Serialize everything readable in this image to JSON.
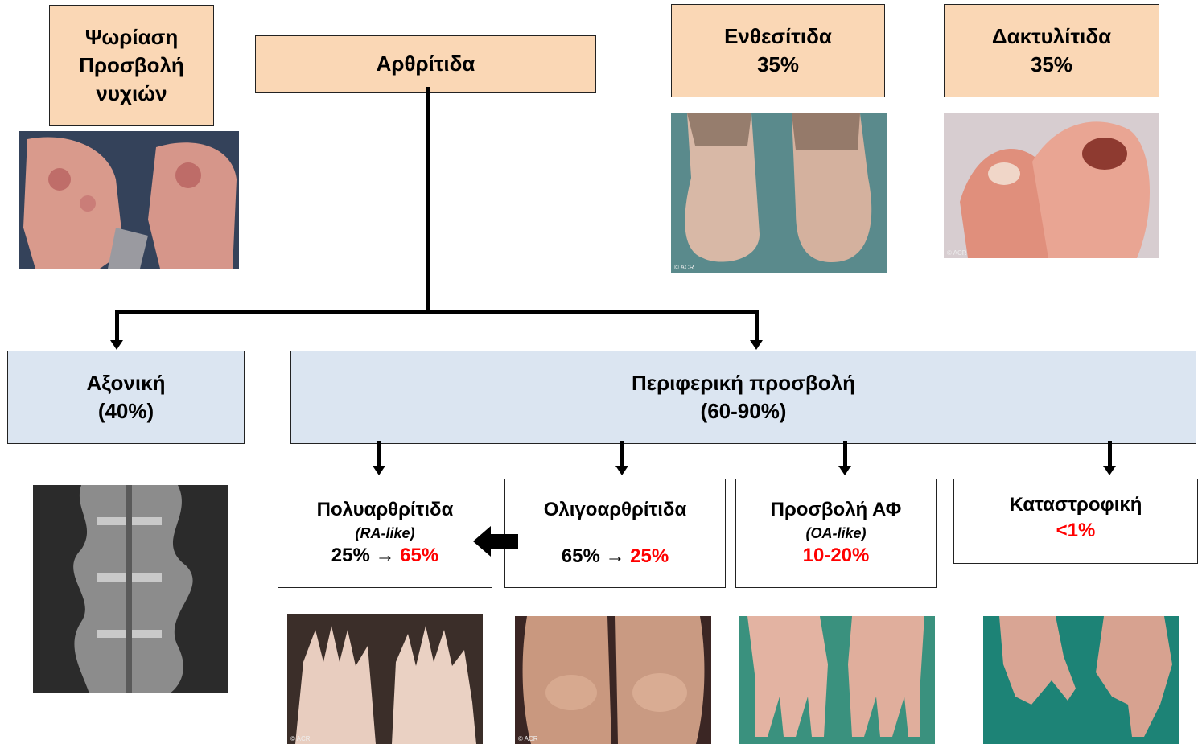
{
  "top": {
    "psoriasis": [
      "Ψωρίαση",
      "Προσβολή",
      "νυχιών"
    ],
    "arthritis": "Αρθρίτιδα",
    "enthesitis": {
      "label": "Ενθεσίτιδα",
      "pct": "35%"
    },
    "dactylitis": {
      "label": "Δακτυλίτιδα",
      "pct": "35%"
    }
  },
  "middle": {
    "axial": {
      "label": "Αξονική",
      "pct": "(40%)"
    },
    "peripheral": {
      "label": "Περιφερική προσβολή",
      "pct": "(60-90%)"
    }
  },
  "bottom": {
    "poly": {
      "label": "Πολυαρθρίτιδα",
      "sub": "(RA-like)",
      "from": "25%",
      "arrow": "→",
      "to": "65%"
    },
    "oligo": {
      "label": "Ολιγοαρθρίτιδα",
      "from": "65%",
      "arrow": "→",
      "to": "25%"
    },
    "dip": {
      "label": "Προσβολή ΑΦ",
      "sub": "(OA-like)",
      "pct": "10-20%"
    },
    "mutilans": {
      "label": "Καταστροφική",
      "pct": "<1%"
    }
  },
  "watermark": "© ACR",
  "colors": {
    "peach": "#fad7b5",
    "blue": "#dbe5f1",
    "highlight": "#ff0000"
  }
}
